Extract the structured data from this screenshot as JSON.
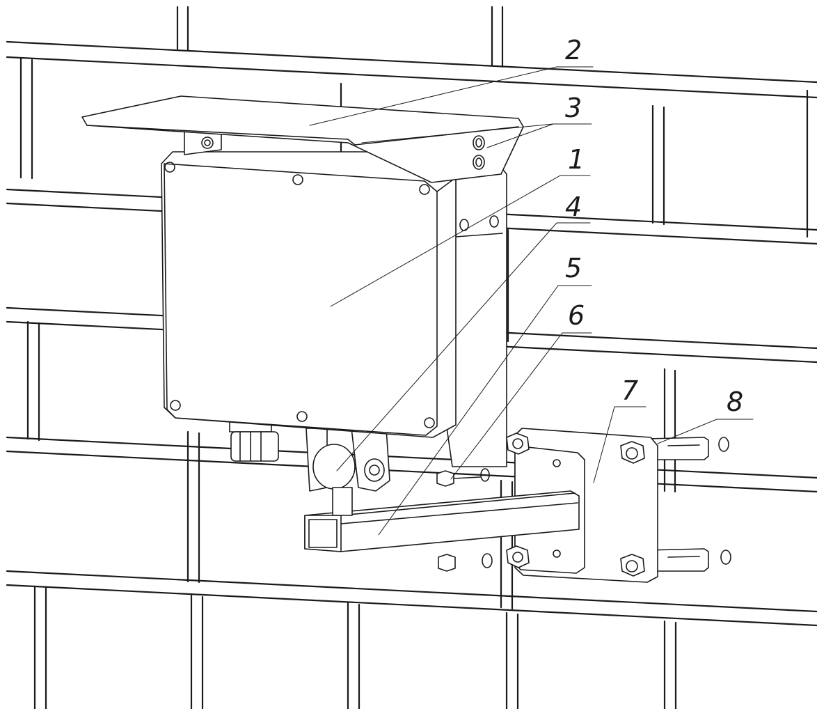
{
  "drawing": {
    "callouts": [
      {
        "id": "2",
        "label": "2"
      },
      {
        "id": "3",
        "label": "3"
      },
      {
        "id": "1",
        "label": "1"
      },
      {
        "id": "4",
        "label": "4"
      },
      {
        "id": "5",
        "label": "5"
      },
      {
        "id": "6",
        "label": "6"
      },
      {
        "id": "7",
        "label": "7"
      },
      {
        "id": "8",
        "label": "8"
      }
    ]
  }
}
